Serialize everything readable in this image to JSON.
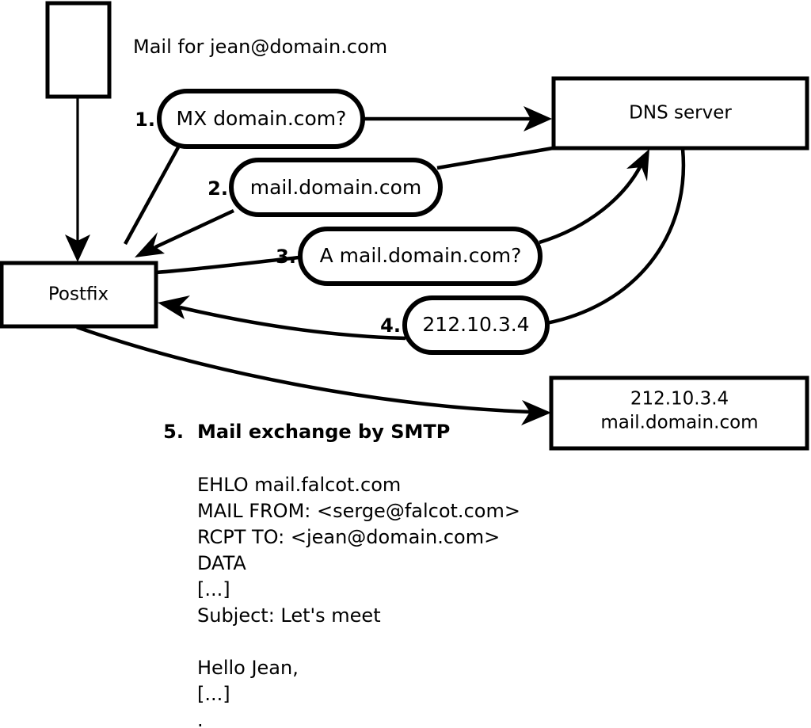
{
  "diagram": {
    "title": "Mail for jean@domain.com",
    "nodes": {
      "client": {
        "label": ""
      },
      "postfix": {
        "label": "Postfix"
      },
      "dns_server": {
        "label": "DNS server"
      },
      "mail_server": {
        "line1": "212.10.3.4",
        "line2": "mail.domain.com"
      }
    },
    "steps": [
      {
        "number": "1.",
        "label": "MX domain.com?"
      },
      {
        "number": "2.",
        "label": "mail.domain.com"
      },
      {
        "number": "3.",
        "label": "A mail.domain.com?"
      },
      {
        "number": "4.",
        "label": "212.10.3.4"
      }
    ],
    "step5": {
      "number": "5.",
      "label": "Mail exchange by SMTP"
    },
    "smtp_transcript": [
      "EHLO mail.falcot.com",
      "MAIL FROM: <serge@falcot.com>",
      "RCPT TO: <jean@domain.com>",
      "DATA",
      "[...]",
      "Subject: Let's meet",
      "",
      "Hello Jean,",
      "[...]",
      "."
    ],
    "colors": {
      "stroke": "#000000",
      "fill": "#ffffff",
      "text": "#000000"
    }
  }
}
